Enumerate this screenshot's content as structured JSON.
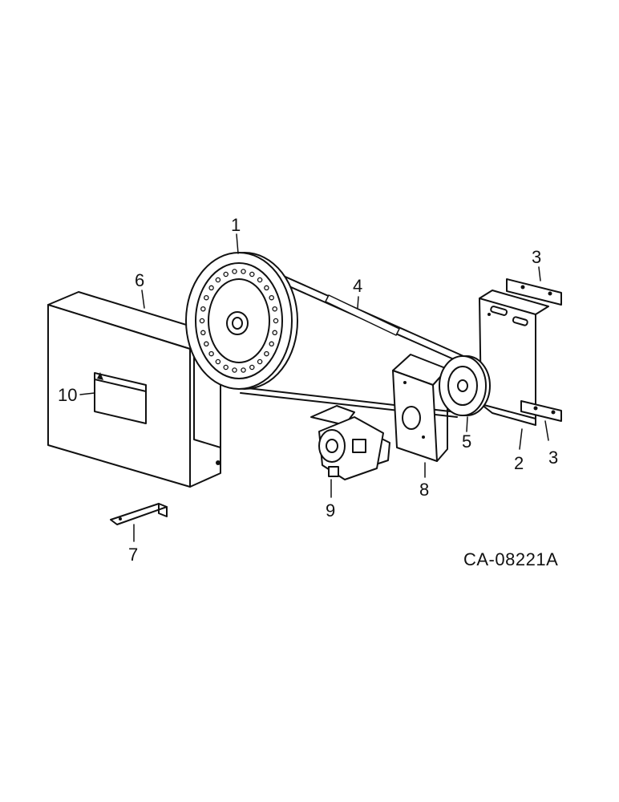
{
  "drawing_code": "CA-08221A",
  "callouts": {
    "c1": "1",
    "c2": "2",
    "c3a": "3",
    "c3b": "3",
    "c4": "4",
    "c5": "5",
    "c6": "6",
    "c7": "7",
    "c8": "8",
    "c9": "9",
    "c10": "10"
  }
}
